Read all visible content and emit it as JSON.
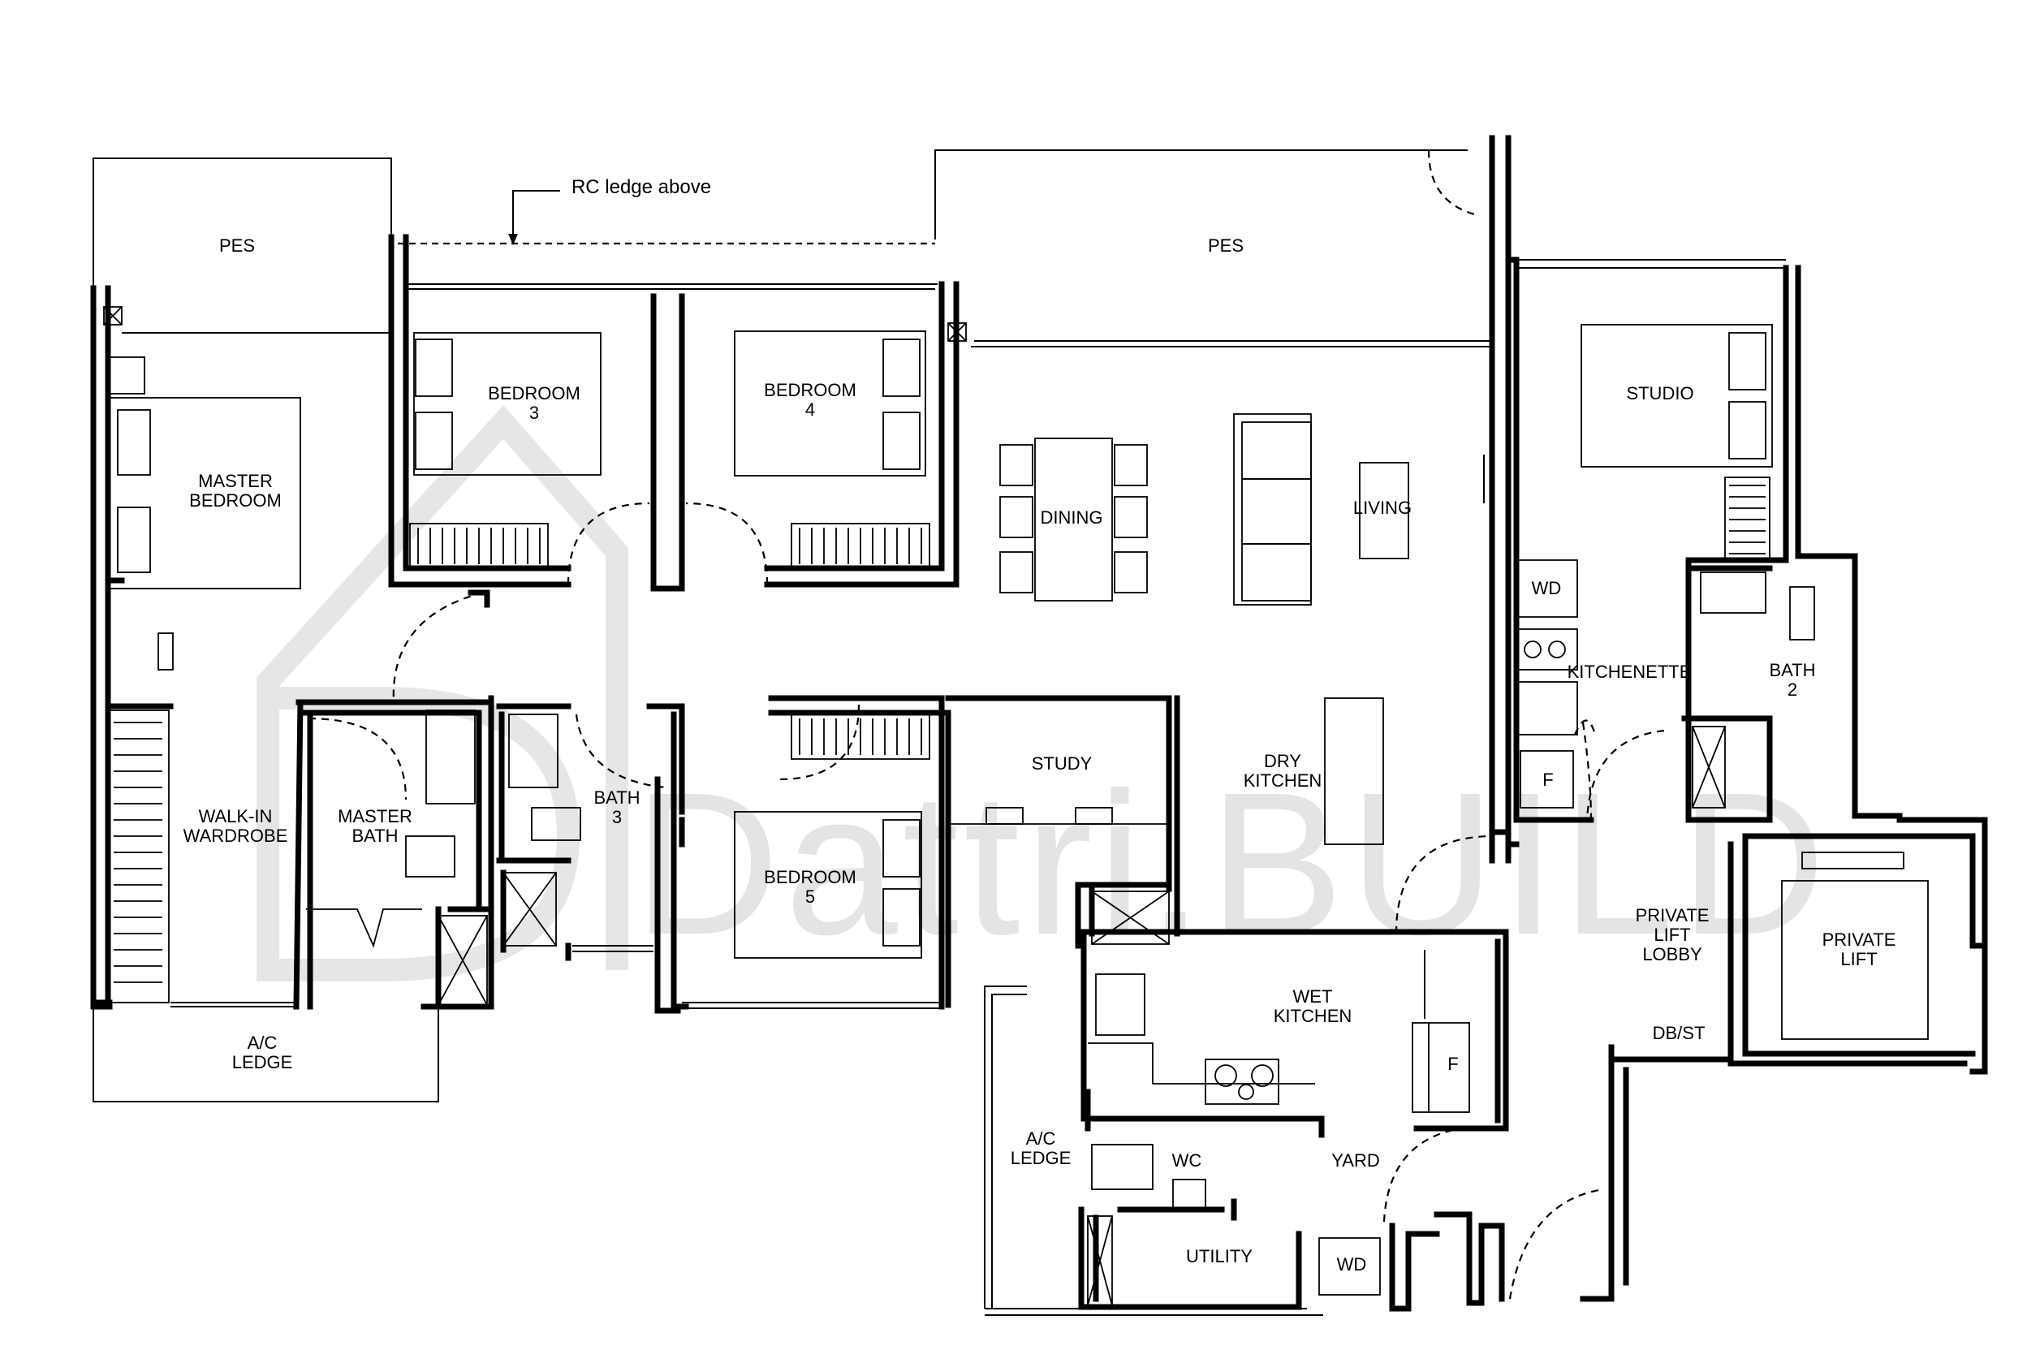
{
  "callout": "RC ledge above",
  "watermark": "Dattri.BUILD",
  "labels": {
    "pes_left": "PES",
    "pes_right": "PES",
    "master_bedroom": [
      "MASTER",
      "BEDROOM"
    ],
    "bedroom3": [
      "BEDROOM",
      "3"
    ],
    "bedroom4": [
      "BEDROOM",
      "4"
    ],
    "dining": "DINING",
    "living": "LIVING",
    "studio": "STUDIO",
    "wd_kitchenette": "WD",
    "kitchenette": "KITCHENETTE",
    "bath2": [
      "BATH",
      "2"
    ],
    "fridge_kitchenette": "F",
    "walkin_wardrobe": [
      "WALK-IN",
      "WARDROBE"
    ],
    "master_bath": [
      "MASTER",
      "BATH"
    ],
    "bath3": [
      "BATH",
      "3"
    ],
    "study": "STUDY",
    "dry_kitchen": [
      "DRY",
      "KITCHEN"
    ],
    "bedroom5": [
      "BEDROOM",
      "5"
    ],
    "private_lift_lobby": [
      "PRIVATE",
      "LIFT",
      "LOBBY"
    ],
    "private_lift": [
      "PRIVATE",
      "LIFT"
    ],
    "ac_ledge_left": [
      "A/C",
      "LEDGE"
    ],
    "wet_kitchen": [
      "WET",
      "KITCHEN"
    ],
    "fridge_wet": "F",
    "db_st": "DB/ST",
    "ac_ledge_right": [
      "A/C",
      "LEDGE"
    ],
    "wc": "WC",
    "yard": "YARD",
    "utility": "UTILITY",
    "wd_yard": "WD"
  }
}
